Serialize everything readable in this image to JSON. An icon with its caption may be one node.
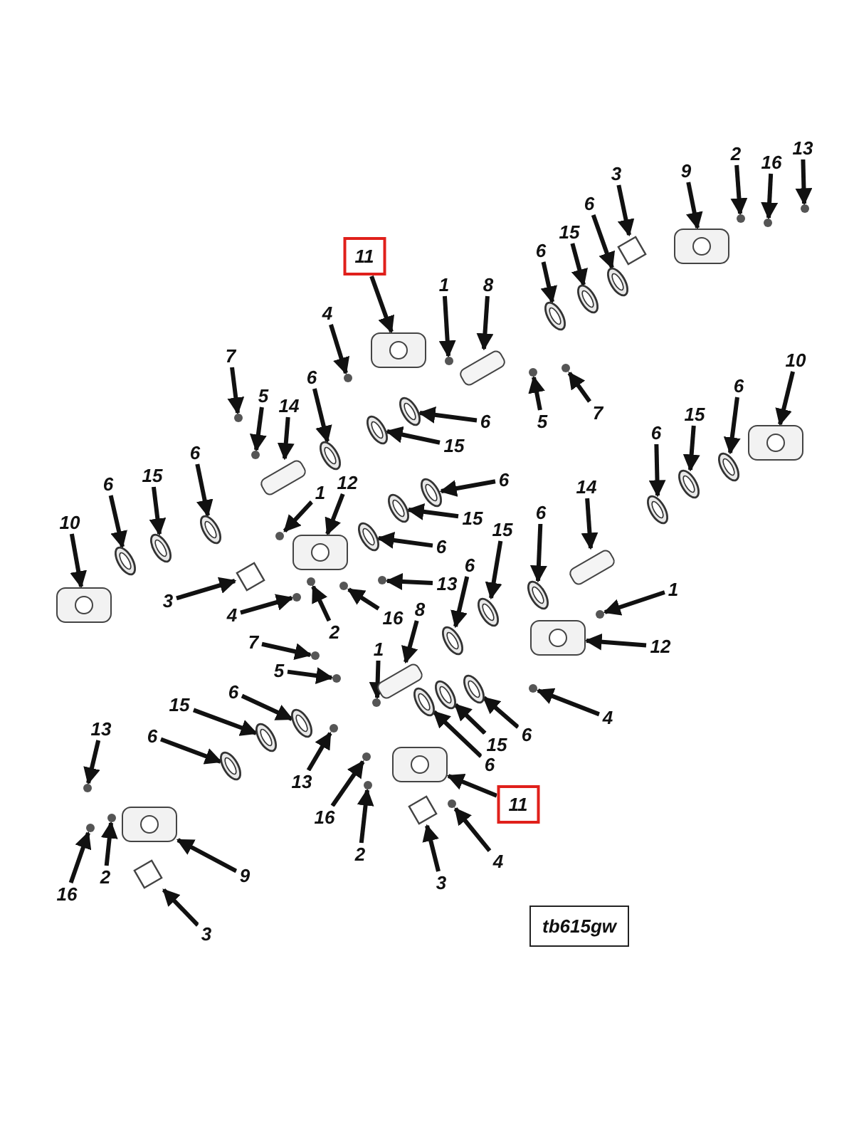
{
  "diagram": {
    "nodes": [
      {
        "text": [
          "11"
        ]
      },
      {
        "text": [
          "4"
        ]
      },
      {
        "text": [
          "1"
        ]
      },
      {
        "text": [
          "8"
        ]
      },
      {
        "text": [
          "6"
        ]
      },
      {
        "text": [
          "15"
        ]
      },
      {
        "text": [
          "6"
        ]
      },
      {
        "text": [
          "3"
        ]
      },
      {
        "text": [
          "9"
        ]
      },
      {
        "text": [
          "2"
        ]
      },
      {
        "text": [
          "16"
        ]
      },
      {
        "text": [
          "13"
        ]
      },
      {
        "text": [
          "5"
        ]
      },
      {
        "text": [
          "7"
        ]
      },
      {
        "text": [
          "6"
        ]
      },
      {
        "text": [
          "15"
        ]
      },
      {
        "text": [
          "6"
        ]
      },
      {
        "text": [
          "7"
        ]
      },
      {
        "text": [
          "5"
        ]
      },
      {
        "text": [
          "14"
        ]
      },
      {
        "text": [
          "6"
        ]
      },
      {
        "text": [
          "6"
        ]
      },
      {
        "text": [
          "15"
        ]
      },
      {
        "text": [
          "6"
        ]
      },
      {
        "text": [
          "10"
        ]
      },
      {
        "text": [
          "1"
        ]
      },
      {
        "text": [
          "12"
        ]
      },
      {
        "text": [
          "15"
        ]
      },
      {
        "text": [
          "6"
        ]
      },
      {
        "text": [
          "3"
        ]
      },
      {
        "text": [
          "4"
        ]
      },
      {
        "text": [
          "2"
        ]
      },
      {
        "text": [
          "16"
        ]
      },
      {
        "text": [
          "13"
        ]
      },
      {
        "text": [
          "14"
        ]
      },
      {
        "text": [
          "6"
        ]
      },
      {
        "text": [
          "15"
        ]
      },
      {
        "text": [
          "6"
        ]
      },
      {
        "text": [
          "6"
        ]
      },
      {
        "text": [
          "15"
        ]
      },
      {
        "text": [
          "6"
        ]
      },
      {
        "text": [
          "10"
        ]
      },
      {
        "text": [
          "1"
        ]
      },
      {
        "text": [
          "12"
        ]
      },
      {
        "text": [
          "4"
        ]
      },
      {
        "text": [
          "6"
        ]
      },
      {
        "text": [
          "15"
        ]
      },
      {
        "text": [
          "6"
        ]
      },
      {
        "text": [
          "8"
        ]
      },
      {
        "text": [
          "1"
        ]
      },
      {
        "text": [
          "7"
        ]
      },
      {
        "text": [
          "5"
        ]
      },
      {
        "text": [
          "6"
        ]
      },
      {
        "text": [
          "15"
        ]
      },
      {
        "text": [
          "6"
        ]
      },
      {
        "text": [
          "13"
        ]
      },
      {
        "text": [
          "16"
        ]
      },
      {
        "text": [
          "2"
        ]
      },
      {
        "text": [
          "3"
        ]
      },
      {
        "text": [
          "4"
        ]
      },
      {
        "text": [
          "11"
        ]
      },
      {
        "text": [
          "13"
        ]
      },
      {
        "text": [
          "16"
        ]
      },
      {
        "text": [
          "2"
        ]
      },
      {
        "text": [
          "9"
        ]
      },
      {
        "text": [
          "3"
        ]
      },
      {
        "text": [],
        "shape": "box"
      },
      {
        "text": [],
        "shape": "dot"
      },
      {
        "text": [],
        "shape": "dot"
      },
      {
        "text": [],
        "shape": "pipe"
      },
      {
        "text": [],
        "shape": "ring"
      },
      {
        "text": [],
        "shape": "ring"
      },
      {
        "text": [],
        "shape": "ring"
      },
      {
        "text": [],
        "shape": "plate"
      },
      {
        "text": [],
        "shape": "box"
      },
      {
        "text": [],
        "shape": "dot"
      },
      {
        "text": [],
        "shape": "dot"
      },
      {
        "text": [],
        "shape": "dot"
      },
      {
        "text": [],
        "shape": "dot"
      },
      {
        "text": [],
        "shape": "dot"
      },
      {
        "text": [],
        "shape": "ring"
      },
      {
        "text": [],
        "shape": "ring"
      },
      {
        "text": [],
        "shape": "ring"
      },
      {
        "text": [],
        "shape": "dot"
      },
      {
        "text": [],
        "shape": "dot"
      },
      {
        "text": [],
        "shape": "pipe"
      },
      {
        "text": [],
        "shape": "ring"
      },
      {
        "text": [],
        "shape": "ring"
      },
      {
        "text": [],
        "shape": "ring"
      },
      {
        "text": [],
        "shape": "ring"
      },
      {
        "text": [],
        "shape": "box"
      },
      {
        "text": [],
        "shape": "dot"
      },
      {
        "text": [],
        "shape": "box"
      },
      {
        "text": [],
        "shape": "ring"
      },
      {
        "text": [],
        "shape": "ring"
      },
      {
        "text": [],
        "shape": "plate"
      },
      {
        "text": [],
        "shape": "dot"
      },
      {
        "text": [],
        "shape": "dot"
      },
      {
        "text": [],
        "shape": "dot"
      },
      {
        "text": [],
        "shape": "dot"
      },
      {
        "text": [],
        "shape": "pipe"
      },
      {
        "text": [],
        "shape": "ring"
      },
      {
        "text": [],
        "shape": "ring"
      },
      {
        "text": [],
        "shape": "ring"
      },
      {
        "text": [],
        "shape": "ring"
      },
      {
        "text": [],
        "shape": "ring"
      },
      {
        "text": [],
        "shape": "ring"
      },
      {
        "text": [],
        "shape": "box"
      },
      {
        "text": [],
        "shape": "dot"
      },
      {
        "text": [],
        "shape": "box"
      },
      {
        "text": [],
        "shape": "dot"
      },
      {
        "text": [],
        "shape": "ring"
      },
      {
        "text": [],
        "shape": "ring"
      },
      {
        "text": [],
        "shape": "ring"
      },
      {
        "text": [],
        "shape": "pipe"
      },
      {
        "text": [],
        "shape": "dot"
      },
      {
        "text": [],
        "shape": "dot"
      },
      {
        "text": [],
        "shape": "dot"
      },
      {
        "text": [],
        "shape": "ring"
      },
      {
        "text": [],
        "shape": "ring"
      },
      {
        "text": [],
        "shape": "ring"
      },
      {
        "text": [],
        "shape": "dot"
      },
      {
        "text": [],
        "shape": "dot"
      },
      {
        "text": [],
        "shape": "dot"
      },
      {
        "text": [],
        "shape": "plate"
      },
      {
        "text": [],
        "shape": "dot"
      },
      {
        "text": [],
        "shape": "box"
      },
      {
        "text": [],
        "shape": "dot"
      },
      {
        "text": [],
        "shape": "dot"
      },
      {
        "text": [],
        "shape": "dot"
      },
      {
        "text": [],
        "shape": "box"
      },
      {
        "text": [],
        "shape": "plate"
      }
    ],
    "edges": [
      {
        "from": 0,
        "to": 66,
        "arrow": "to"
      },
      {
        "from": 1,
        "to": 67,
        "arrow": "to"
      },
      {
        "from": 2,
        "to": 68,
        "arrow": "to"
      },
      {
        "from": 3,
        "to": 69,
        "arrow": "to"
      },
      {
        "from": 4,
        "to": 70,
        "arrow": "to"
      },
      {
        "from": 5,
        "to": 71,
        "arrow": "to"
      },
      {
        "from": 6,
        "to": 72,
        "arrow": "to"
      },
      {
        "from": 7,
        "to": 73,
        "arrow": "to"
      },
      {
        "from": 8,
        "to": 74,
        "arrow": "to"
      },
      {
        "from": 9,
        "to": 75,
        "arrow": "to"
      },
      {
        "from": 10,
        "to": 76,
        "arrow": "to"
      },
      {
        "from": 11,
        "to": 77,
        "arrow": "to"
      },
      {
        "from": 12,
        "to": 78,
        "arrow": "to"
      },
      {
        "from": 13,
        "to": 79,
        "arrow": "to"
      },
      {
        "from": 14,
        "to": 80,
        "arrow": "to"
      },
      {
        "from": 15,
        "to": 81,
        "arrow": "to"
      },
      {
        "from": 16,
        "to": 82,
        "arrow": "to"
      },
      {
        "from": 17,
        "to": 83,
        "arrow": "to"
      },
      {
        "from": 18,
        "to": 84,
        "arrow": "to"
      },
      {
        "from": 19,
        "to": 85,
        "arrow": "to"
      },
      {
        "from": 20,
        "to": 86,
        "arrow": "to"
      },
      {
        "from": 21,
        "to": 87,
        "arrow": "to"
      },
      {
        "from": 22,
        "to": 88,
        "arrow": "to"
      },
      {
        "from": 23,
        "to": 89,
        "arrow": "to"
      },
      {
        "from": 24,
        "to": 90,
        "arrow": "to"
      },
      {
        "from": 25,
        "to": 91,
        "arrow": "to"
      },
      {
        "from": 26,
        "to": 92,
        "arrow": "to"
      },
      {
        "from": 27,
        "to": 93,
        "arrow": "to"
      },
      {
        "from": 28,
        "to": 94,
        "arrow": "to"
      },
      {
        "from": 29,
        "to": 95,
        "arrow": "to"
      },
      {
        "from": 30,
        "to": 96,
        "arrow": "to"
      },
      {
        "from": 31,
        "to": 97,
        "arrow": "to"
      },
      {
        "from": 32,
        "to": 98,
        "arrow": "to"
      },
      {
        "from": 33,
        "to": 99,
        "arrow": "to"
      },
      {
        "from": 34,
        "to": 100,
        "arrow": "to"
      },
      {
        "from": 35,
        "to": 101,
        "arrow": "to"
      },
      {
        "from": 36,
        "to": 102,
        "arrow": "to"
      },
      {
        "from": 37,
        "to": 103,
        "arrow": "to"
      },
      {
        "from": 38,
        "to": 104,
        "arrow": "to"
      },
      {
        "from": 39,
        "to": 105,
        "arrow": "to"
      },
      {
        "from": 40,
        "to": 106,
        "arrow": "to"
      },
      {
        "from": 41,
        "to": 107,
        "arrow": "to"
      },
      {
        "from": 42,
        "to": 108,
        "arrow": "to"
      },
      {
        "from": 43,
        "to": 109,
        "arrow": "to"
      },
      {
        "from": 44,
        "to": 110,
        "arrow": "to"
      },
      {
        "from": 45,
        "to": 111,
        "arrow": "to"
      },
      {
        "from": 46,
        "to": 112,
        "arrow": "to"
      },
      {
        "from": 47,
        "to": 113,
        "arrow": "to"
      },
      {
        "from": 48,
        "to": 114,
        "arrow": "to"
      },
      {
        "from": 49,
        "to": 115,
        "arrow": "to"
      },
      {
        "from": 50,
        "to": 116,
        "arrow": "to"
      },
      {
        "from": 51,
        "to": 117,
        "arrow": "to"
      },
      {
        "from": 52,
        "to": 118,
        "arrow": "to"
      },
      {
        "from": 53,
        "to": 119,
        "arrow": "to"
      },
      {
        "from": 54,
        "to": 120,
        "arrow": "to"
      },
      {
        "from": 55,
        "to": 121,
        "arrow": "to"
      },
      {
        "from": 56,
        "to": 122,
        "arrow": "to"
      },
      {
        "from": 57,
        "to": 123,
        "arrow": "to"
      },
      {
        "from": 58,
        "to": 124,
        "arrow": "to"
      },
      {
        "from": 59,
        "to": 125,
        "arrow": "to"
      },
      {
        "from": 60,
        "to": 126,
        "arrow": "to"
      },
      {
        "from": 61,
        "to": 127,
        "arrow": "to"
      },
      {
        "from": 62,
        "to": 128,
        "arrow": "to"
      },
      {
        "from": 63,
        "to": 129,
        "arrow": "to"
      },
      {
        "from": 64,
        "to": 130,
        "arrow": "to"
      },
      {
        "from": 65,
        "to": 131,
        "arrow": "to"
      }
    ],
    "labels": [
      "tb615gw"
    ]
  }
}
